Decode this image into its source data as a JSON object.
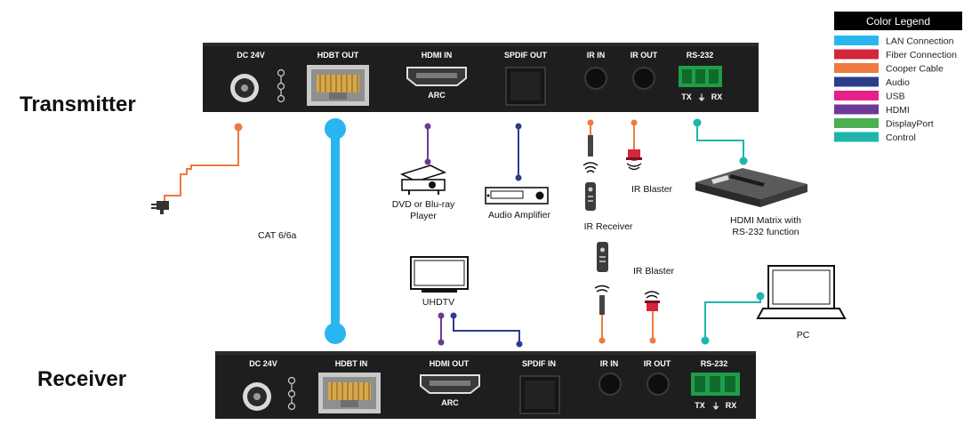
{
  "transmitter": {
    "title": "Transmitter",
    "ports": {
      "dc": "DC 24V",
      "hdbt": "HDBT OUT",
      "hdmi": "HDMI IN",
      "arc": "ARC",
      "spdif": "SPDIF OUT",
      "ir_in": "IR IN",
      "ir_out": "IR OUT",
      "rs232": "RS-232",
      "tx": "TX",
      "rx": "RX"
    }
  },
  "receiver": {
    "title": "Receiver",
    "ports": {
      "dc": "DC 24V",
      "hdbt": "HDBT IN",
      "hdmi": "HDMI OUT",
      "arc": "ARC",
      "spdif": "SPDIF IN",
      "ir_in": "IR IN",
      "ir_out": "IR OUT",
      "rs232": "RS-232",
      "tx": "TX",
      "rx": "RX"
    }
  },
  "devices": {
    "dvd_line1": "DVD or Blu-ray",
    "dvd_line2": "Player",
    "amplifier": "Audio Amplifier",
    "ir_blaster_top": "IR Blaster",
    "ir_receiver": "IR Receiver",
    "ir_blaster_bottom": "IR Blaster",
    "matrix_line1": "HDMI Matrix with",
    "matrix_line2": "RS-232 function",
    "uhdtv": "UHDTV",
    "pc": "PC",
    "cable": "CAT 6/6a"
  },
  "legend": {
    "title": "Color Legend",
    "items": [
      {
        "label": "LAN Connection",
        "color": "#29b6f0"
      },
      {
        "label": "Fiber Connection",
        "color": "#d3263a"
      },
      {
        "label": "Cooper Cable",
        "color": "#ee7a3f"
      },
      {
        "label": "Audio",
        "color": "#2d3d8c"
      },
      {
        "label": "USB",
        "color": "#e6218a"
      },
      {
        "label": "HDMI",
        "color": "#6c3a96"
      },
      {
        "label": "DisplayPort",
        "color": "#4caf50"
      },
      {
        "label": "Control",
        "color": "#1fb5ad"
      }
    ]
  },
  "colors": {
    "panel": "#1e1e1e",
    "lan": "#29b6f0",
    "copper": "#ee7a3f",
    "audio": "#2d3d8c",
    "hdmi": "#6c3a96",
    "control": "#1fb5ad",
    "ir_red": "#d3263a"
  }
}
